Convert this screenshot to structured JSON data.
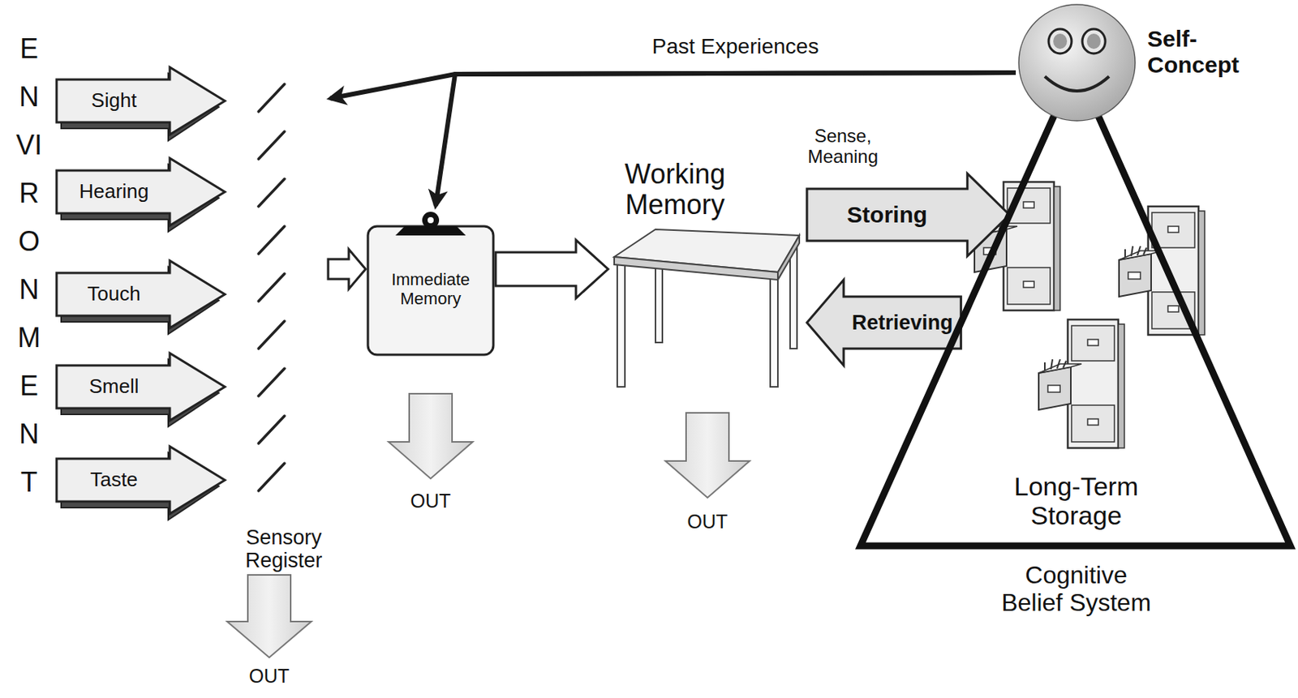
{
  "diagram": {
    "nodes": [
      {
        "text": [
          "Sight"
        ]
      },
      {
        "text": [
          "Hearing"
        ]
      },
      {
        "text": [
          "Touch"
        ]
      },
      {
        "text": [
          "Smell"
        ]
      },
      {
        "text": [
          "Taste"
        ]
      },
      {
        "text": [
          "Sensory Register"
        ]
      },
      {
        "text": [
          "Immediate Memory"
        ]
      },
      {
        "text": [
          "Working Memory"
        ]
      },
      {
        "text": [
          "Self- Concept"
        ]
      },
      {
        "text": [
          "Long-Term Storage",
          "Cognitive Belief System"
        ]
      }
    ],
    "edges": [
      {
        "from": 8,
        "to": 5,
        "arrow": "to",
        "label": "Past Experiences"
      },
      {
        "from": 8,
        "to": 6,
        "arrow": "to"
      },
      {
        "from": 5,
        "to": 6,
        "arrow": "to"
      },
      {
        "from": 6,
        "to": 7,
        "arrow": "to"
      },
      {
        "from": 7,
        "to": 9,
        "arrow": "to",
        "label": "Storing"
      },
      {
        "from": 9,
        "to": 7,
        "arrow": "to",
        "label": "Retrieving"
      }
    ],
    "labels": [
      "ENVIRONMENT",
      "OUT",
      "OUT",
      "OUT",
      "Sense, Meaning"
    ]
  }
}
